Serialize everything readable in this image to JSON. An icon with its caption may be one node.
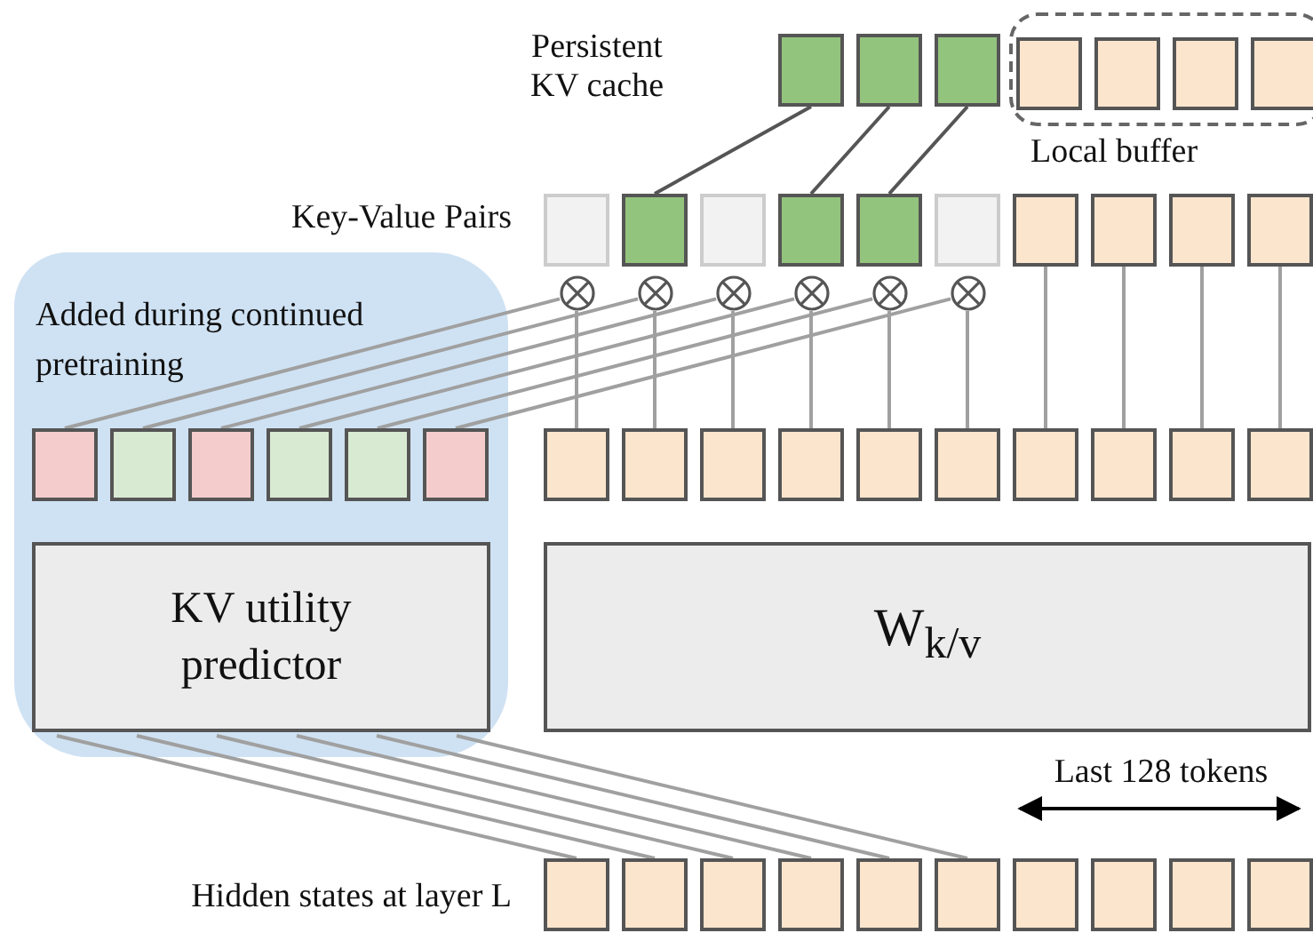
{
  "diagram": {
    "nodes": [
      {
        "text": [],
        "shape": "box"
      },
      {
        "text": [],
        "shape": "box"
      },
      {
        "text": [],
        "shape": "box"
      },
      {
        "text": [
          "Local buffer"
        ]
      },
      {
        "text": [],
        "shape": "box",
        "in": 3
      },
      {
        "text": [],
        "shape": "box",
        "in": 3
      },
      {
        "text": [],
        "shape": "box",
        "in": 3
      },
      {
        "text": [],
        "shape": "box",
        "in": 3
      },
      {
        "text": [],
        "shape": "box"
      },
      {
        "text": [],
        "shape": "box"
      },
      {
        "text": [],
        "shape": "box"
      },
      {
        "text": [],
        "shape": "box"
      },
      {
        "text": [],
        "shape": "box"
      },
      {
        "text": [],
        "shape": "box"
      },
      {
        "text": [],
        "shape": "box"
      },
      {
        "text": [],
        "shape": "box"
      },
      {
        "text": [],
        "shape": "box"
      },
      {
        "text": [],
        "shape": "box"
      },
      {
        "text": [],
        "shape": "circle"
      },
      {
        "text": [],
        "shape": "circle"
      },
      {
        "text": [],
        "shape": "circle"
      },
      {
        "text": [],
        "shape": "circle"
      },
      {
        "text": [],
        "shape": "circle"
      },
      {
        "text": [],
        "shape": "circle"
      },
      {
        "text": [
          "Added during continued pretraining"
        ]
      },
      {
        "text": [],
        "shape": "box",
        "in": 24
      },
      {
        "text": [],
        "shape": "box",
        "in": 24
      },
      {
        "text": [],
        "shape": "box",
        "in": 24
      },
      {
        "text": [],
        "shape": "box",
        "in": 24
      },
      {
        "text": [],
        "shape": "box",
        "in": 24
      },
      {
        "text": [],
        "shape": "box",
        "in": 24
      },
      {
        "text": [],
        "shape": "box"
      },
      {
        "text": [],
        "shape": "box"
      },
      {
        "text": [],
        "shape": "box"
      },
      {
        "text": [],
        "shape": "box"
      },
      {
        "text": [],
        "shape": "box"
      },
      {
        "text": [],
        "shape": "box"
      },
      {
        "text": [],
        "shape": "box"
      },
      {
        "text": [],
        "shape": "box"
      },
      {
        "text": [],
        "shape": "box"
      },
      {
        "text": [],
        "shape": "box"
      },
      {
        "text": [
          "KV utility predictor"
        ],
        "in": 24
      },
      {
        "text": [
          "W$_{k/v}$"
        ]
      },
      {
        "text": [],
        "shape": "box"
      },
      {
        "text": [],
        "shape": "box"
      },
      {
        "text": [],
        "shape": "box"
      },
      {
        "text": [],
        "shape": "box"
      },
      {
        "text": [],
        "shape": "box"
      },
      {
        "text": [],
        "shape": "box"
      },
      {
        "text": [],
        "shape": "box"
      },
      {
        "text": [],
        "shape": "box"
      },
      {
        "text": [],
        "shape": "box"
      },
      {
        "text": [],
        "shape": "box"
      }
    ],
    "edges": [
      {
        "from": 9,
        "to": 0,
        "arrow": "none",
        "color": "#555555"
      },
      {
        "from": 11,
        "to": 1,
        "arrow": "none",
        "color": "#555555"
      },
      {
        "from": 12,
        "to": 2,
        "arrow": "none",
        "color": "#555555"
      },
      {
        "from": 25,
        "to": 18,
        "arrow": "none"
      },
      {
        "from": 26,
        "to": 19,
        "arrow": "none"
      },
      {
        "from": 27,
        "to": 20,
        "arrow": "none"
      },
      {
        "from": 28,
        "to": 21,
        "arrow": "none"
      },
      {
        "from": 29,
        "to": 22,
        "arrow": "none"
      },
      {
        "from": 30,
        "to": 23,
        "arrow": "none"
      },
      {
        "from": 31,
        "to": 18,
        "arrow": "none"
      },
      {
        "from": 32,
        "to": 19,
        "arrow": "none"
      },
      {
        "from": 33,
        "to": 20,
        "arrow": "none"
      },
      {
        "from": 34,
        "to": 21,
        "arrow": "none"
      },
      {
        "from": 35,
        "to": 22,
        "arrow": "none"
      },
      {
        "from": 36,
        "to": 23,
        "arrow": "none"
      },
      {
        "from": 37,
        "to": 14,
        "arrow": "none"
      },
      {
        "from": 38,
        "to": 15,
        "arrow": "none"
      },
      {
        "from": 39,
        "to": 16,
        "arrow": "none"
      },
      {
        "from": 40,
        "to": 17,
        "arrow": "none"
      },
      {
        "from": 43,
        "to": 41,
        "arrow": "none"
      },
      {
        "from": 44,
        "to": 41,
        "arrow": "none"
      },
      {
        "from": 45,
        "to": 41,
        "arrow": "none"
      },
      {
        "from": 46,
        "to": 41,
        "arrow": "none"
      },
      {
        "from": 47,
        "to": 41,
        "arrow": "none"
      },
      {
        "from": 48,
        "to": 41,
        "arrow": "none"
      }
    ],
    "labels": [
      "Persistent KV cache",
      "Key-Value Pairs",
      "Last 128 tokens",
      "Hidden states at layer L"
    ]
  }
}
